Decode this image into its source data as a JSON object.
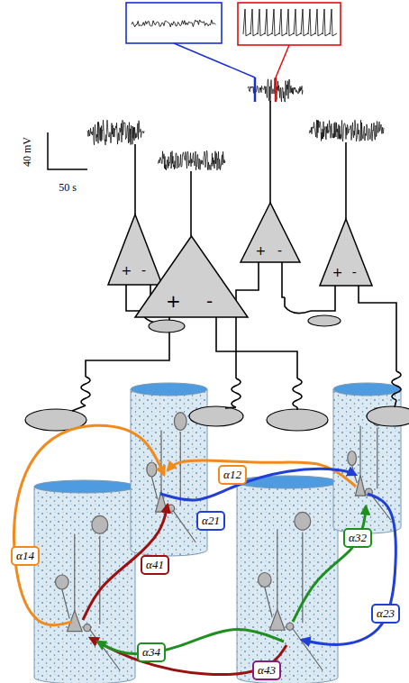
{
  "diagram": {
    "nodes": [
      {
        "text": [
          "+",
          "-"
        ]
      },
      {
        "text": [
          "+",
          "-"
        ]
      },
      {
        "text": [
          "+",
          "-"
        ]
      },
      {
        "text": [
          "+",
          "-"
        ]
      },
      {
        "text": [
          "α12"
        ]
      },
      {
        "text": [
          "α21"
        ]
      },
      {
        "text": [
          "α14"
        ]
      },
      {
        "text": [
          "α41"
        ]
      },
      {
        "text": [
          "α32"
        ]
      },
      {
        "text": [
          "α23"
        ]
      },
      {
        "text": [
          "α34"
        ]
      },
      {
        "text": [
          "α43"
        ]
      }
    ],
    "labels": [
      "40 mV",
      "50 s"
    ]
  }
}
